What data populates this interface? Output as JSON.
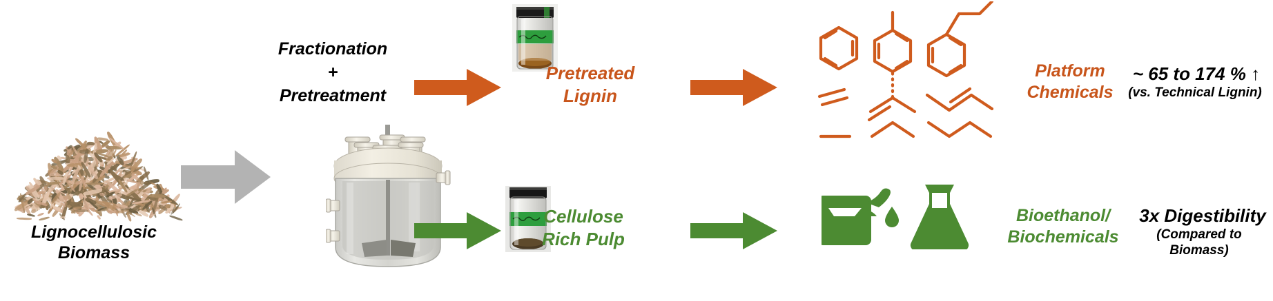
{
  "diagram": {
    "title": "Lignocellulosic biomass fractionation process flow",
    "colors": {
      "orange": "#C8551B",
      "green": "#4C8B32",
      "gray_arrow": "#B0B0B0",
      "black": "#000000",
      "biomass_light": "#D9B49A",
      "biomass_dark": "#8A7250"
    }
  },
  "feedstock": {
    "label": "Lignocellulosic\nBiomass",
    "icon": "biomass-pile-icon"
  },
  "process": {
    "step_label": "Fractionation\n+\nPretreatment",
    "reactor_icon": "stirred-tank-reactor-icon",
    "input_arrow": "gray-arrow-icon"
  },
  "lignin_branch": {
    "vial_icon": "lignin-sample-vial-icon",
    "arrow_1": "orange-arrow-icon",
    "product_label": "Pretreated\nLignin",
    "arrow_2": "orange-arrow-icon",
    "molecules_icon": "platform-chemical-structures-icon",
    "molecules_label": "Platform\nChemicals",
    "metric_value": "~ 65 to 174 % ↑",
    "metric_note": "(vs. Technical Lignin)"
  },
  "cellulose_branch": {
    "vial_icon": "cellulose-sample-vial-icon",
    "arrow_1": "green-arrow-icon",
    "product_label": "Cellulose\nRich Pulp",
    "arrow_2": "green-arrow-icon",
    "icons": [
      "jerrycan-fuel-icon",
      "erlenmeyer-flask-icon"
    ],
    "products_label": "Bioethanol/\nBiochemicals",
    "metric_value": "3x Digestibility",
    "metric_note": "(Compared to Biomass)"
  }
}
